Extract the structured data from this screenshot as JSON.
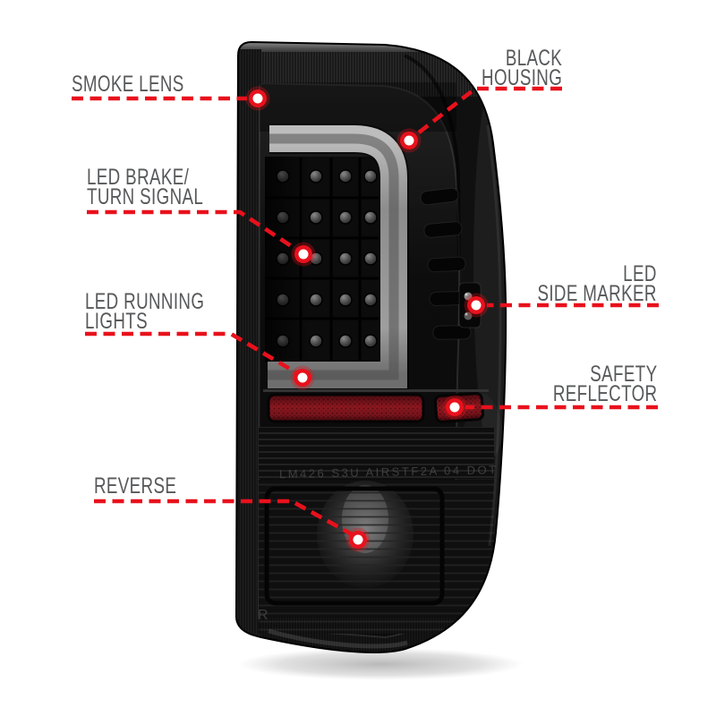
{
  "page": {
    "background": "#ffffff",
    "description": "Annotated product diagram of a smoked LED tail light"
  },
  "colors": {
    "accent_red": "#e8111c",
    "label_gray": "#57585a",
    "housing_black": "#101010",
    "reflector_red": "#8e1820",
    "light_bar_gray": "#9a9a9a"
  },
  "callouts": [
    {
      "id": "smoke-lens",
      "lines": [
        "SMOKE LENS"
      ]
    },
    {
      "id": "led-brake-turn-signal",
      "lines": [
        "LED BRAKE/",
        "TURN SIGNAL"
      ]
    },
    {
      "id": "led-running-lights",
      "lines": [
        "LED RUNNING",
        "LIGHTS"
      ]
    },
    {
      "id": "reverse",
      "lines": [
        "REVERSE"
      ]
    },
    {
      "id": "black-housing",
      "lines": [
        "BLACK",
        "HOUSING"
      ]
    },
    {
      "id": "led-side-marker",
      "lines": [
        "LED",
        "SIDE MARKER"
      ]
    },
    {
      "id": "safety-reflector",
      "lines": [
        "SAFETY",
        "REFLECTOR"
      ]
    }
  ],
  "lamp": {
    "dot_marking": "LM426 S3U AIRSTF2A 04 DOT",
    "reverse_marking": "R"
  }
}
